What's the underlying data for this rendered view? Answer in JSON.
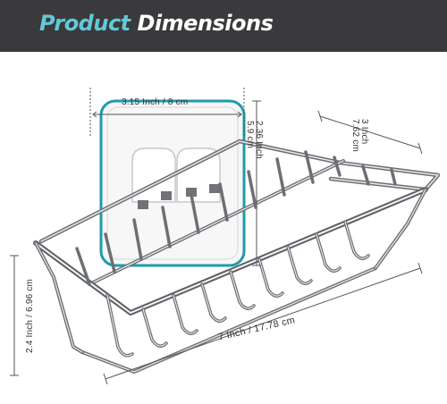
{
  "header": {
    "title_accent": "Product",
    "title_main": "Dimensions"
  },
  "dimensions": {
    "hook_width": "3.15 Inch / 8 cm",
    "hook_height": "2.36 Inch\n5.9 cm",
    "depth": "3 Inch\n7.62 cm",
    "length": "7 Inch / 17.78 cm",
    "height": "2.4 Inch / 6.96 cm"
  },
  "colors": {
    "header_bg": "#3a3a3c",
    "accent": "#63c8d8",
    "hook_outline": "#1a8fa0",
    "metal": "#8a8d92"
  }
}
